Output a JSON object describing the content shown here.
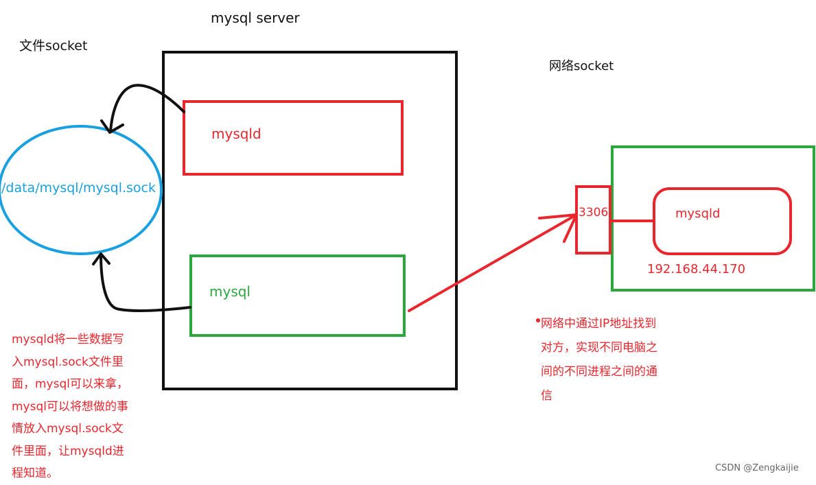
{
  "titles": {
    "server": "mysql  server",
    "file_socket": "文件socket",
    "network_socket": "网络socket"
  },
  "nodes": {
    "mysqld_local": "mysqld",
    "mysql_client": "mysql",
    "sock_file": "/data/mysql/mysql.sock",
    "port": "3306",
    "mysqld_remote": "mysqld",
    "remote_ip": "192.168.44.170"
  },
  "notes": {
    "file_socket_lines": [
      "mysqld将一些数据写",
      "入mysql.sock文件里",
      "面，mysql可以来拿，",
      "mysql可以将想做的事",
      "情放入mysql.sock文",
      "件里面，让mysqld进",
      "程知道。"
    ],
    "network_socket_lines": [
      "网络中通过IP地址找到",
      "对方，实现不同电脑之",
      "间的不同进程之间的通",
      "信"
    ]
  },
  "watermark": "CSDN @Zengkaijie",
  "colors": {
    "red": "#e8262d",
    "green": "#2aa83e",
    "blue": "#1aa0e0",
    "black": "#111111"
  }
}
